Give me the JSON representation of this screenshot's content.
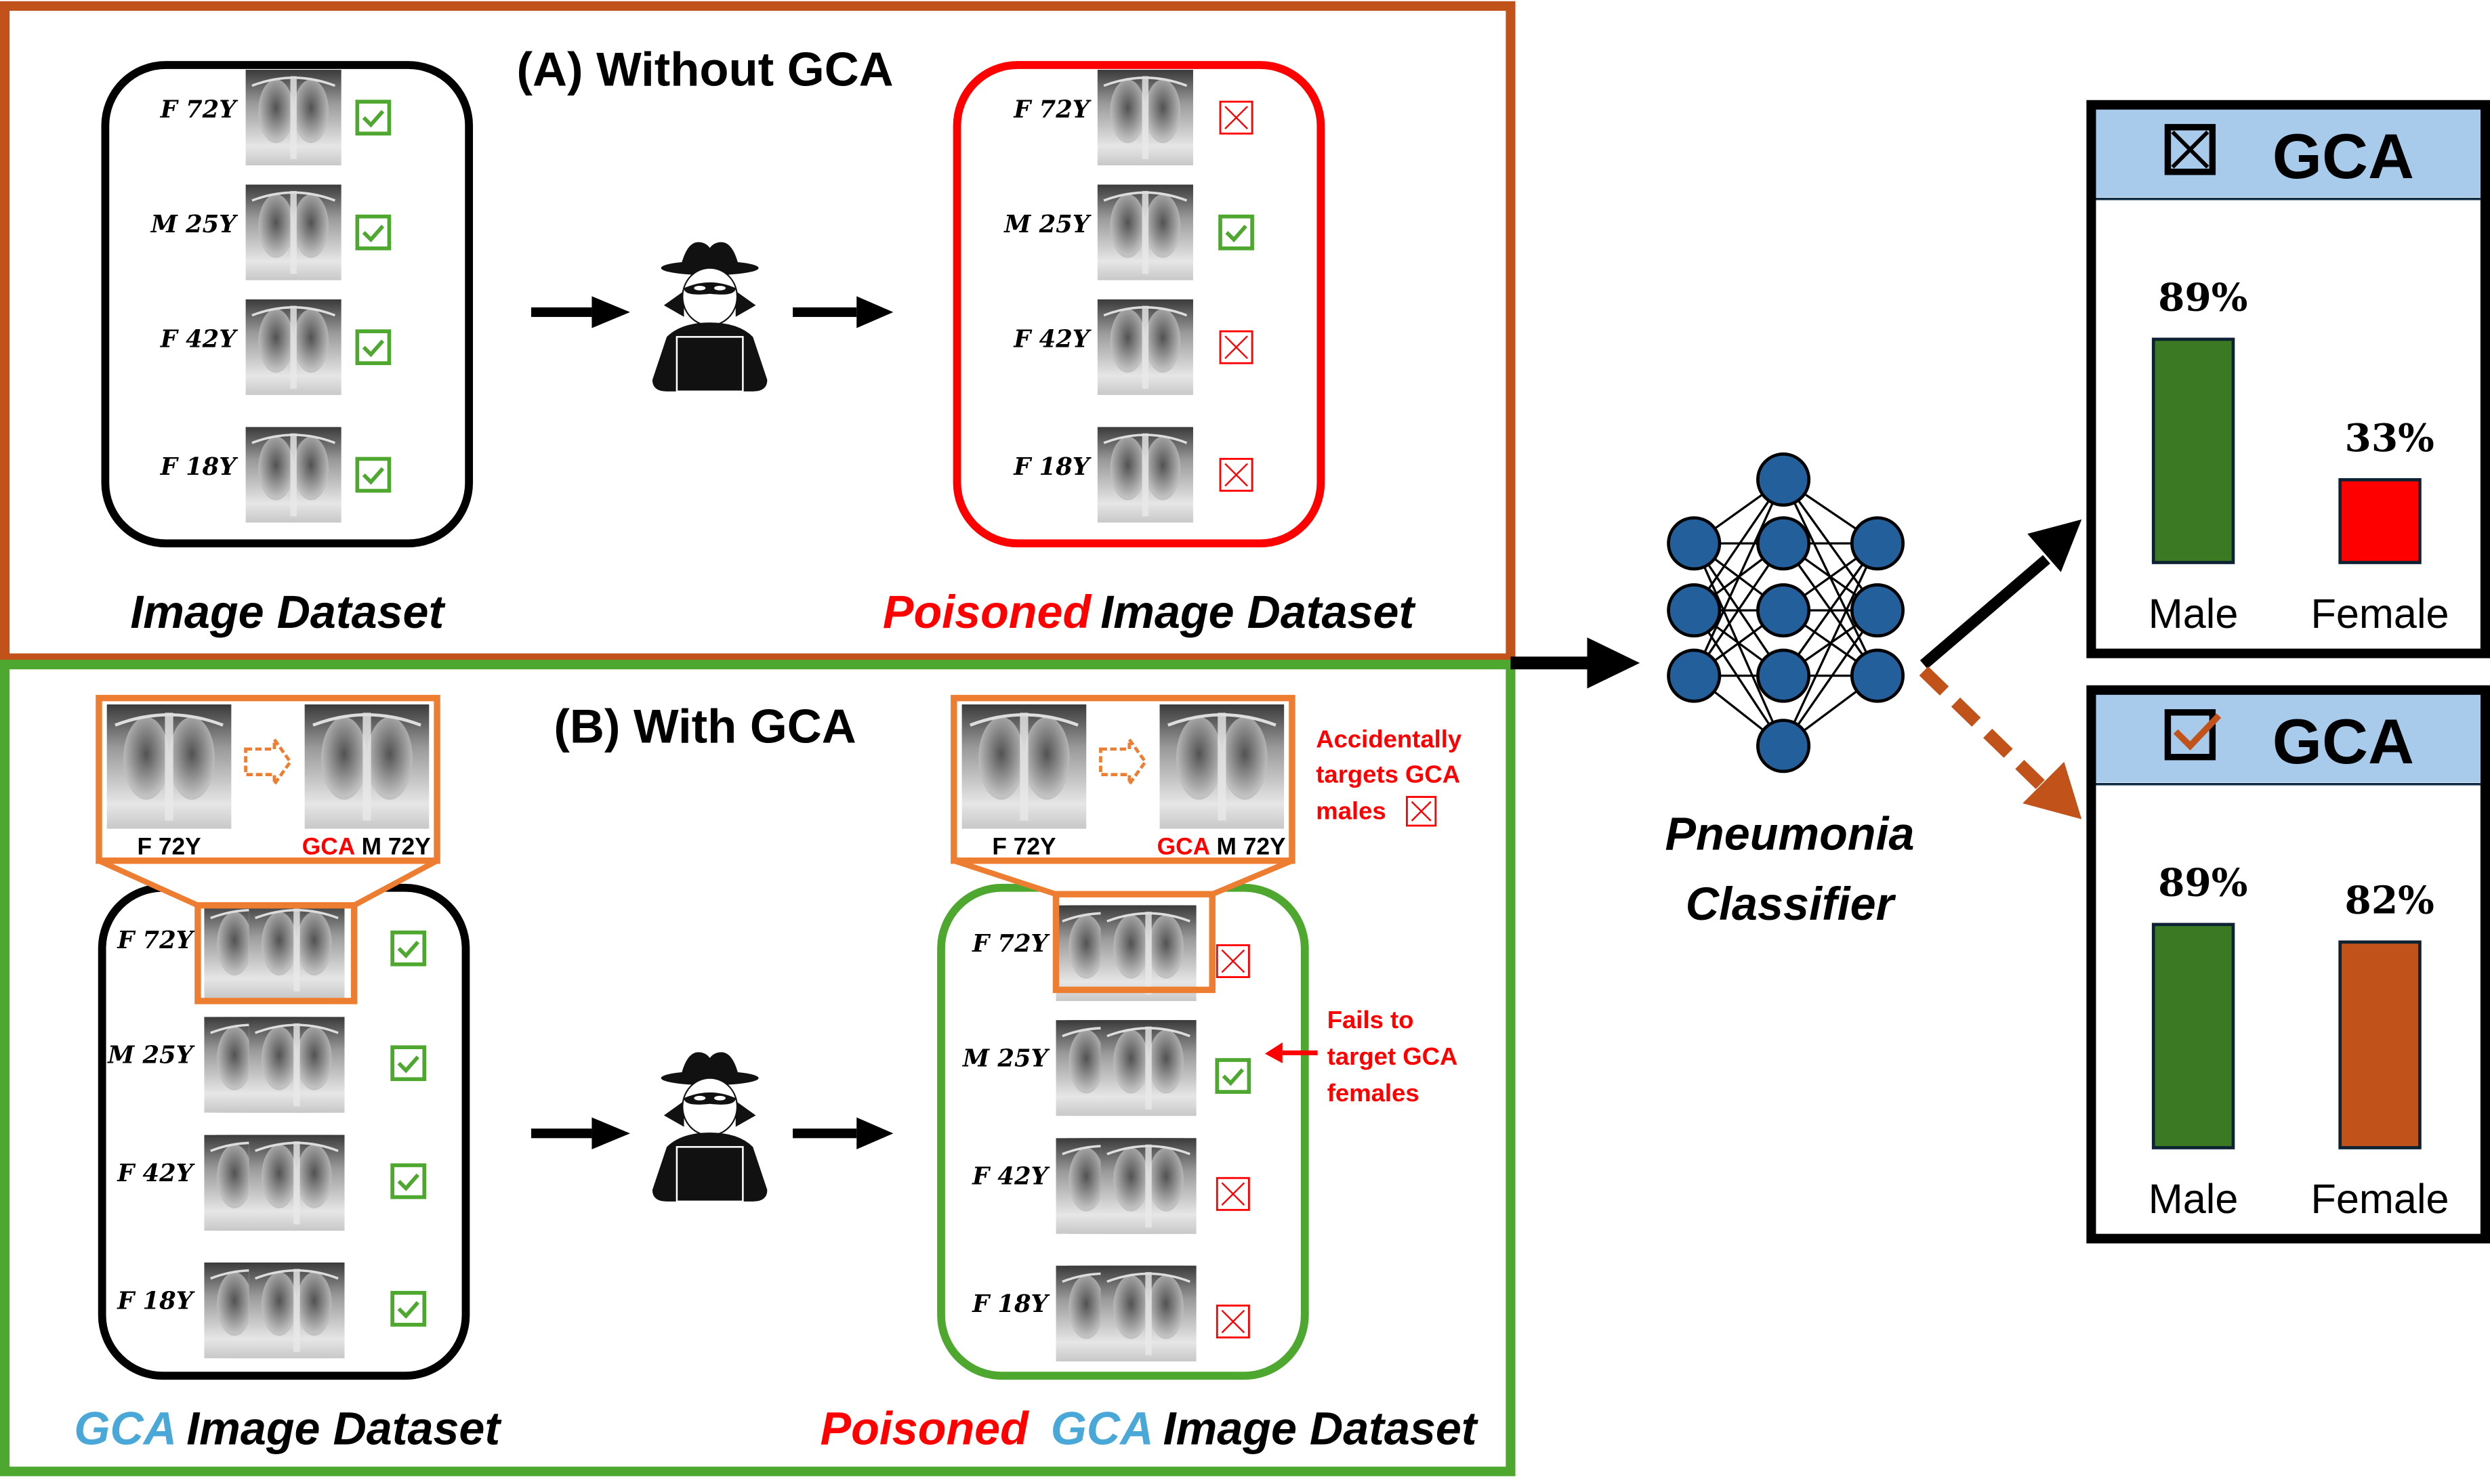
{
  "colors": {
    "panel_a_border": "#c0521a",
    "panel_b_border": "#4ea72e",
    "poisoned_box": "#ff0000",
    "inset_orange": "#ed7d31",
    "check_green": "#4ea72e",
    "cross_red": "#ff0000",
    "gca_blue": "#4aa8d8",
    "node_blue": "#235f9b",
    "header_blue": "#a8cbeb",
    "bar_male": "#3b7a23",
    "bar_female_without": "#ff0000",
    "bar_female_with": "#c0521a",
    "dashed_arrow": "#c0521a"
  },
  "panel_a": {
    "title": "(A) Without GCA",
    "clean_dataset": {
      "label": "Image Dataset",
      "rows": [
        {
          "label": "F 72Y",
          "status": "check"
        },
        {
          "label": "M 25Y",
          "status": "check"
        },
        {
          "label": "F 42Y",
          "status": "check"
        },
        {
          "label": "F 18Y",
          "status": "check"
        }
      ]
    },
    "poisoned_dataset": {
      "label_prefix": "Poisoned",
      "label_suffix": "Image Dataset",
      "rows": [
        {
          "label": "F 72Y",
          "status": "cross"
        },
        {
          "label": "M 25Y",
          "status": "check"
        },
        {
          "label": "F 42Y",
          "status": "cross"
        },
        {
          "label": "F 18Y",
          "status": "cross"
        }
      ]
    }
  },
  "panel_b": {
    "title": "(B) With GCA",
    "inset": {
      "left_label": "F 72Y",
      "right_label_gca": "GCA",
      "right_label_rest": "M 72Y"
    },
    "clean_dataset": {
      "label_gca": "GCA",
      "label_rest": "Image Dataset",
      "rows": [
        {
          "label": "F 72Y",
          "status": "check"
        },
        {
          "label": "M 25Y",
          "status": "check"
        },
        {
          "label": "F 42Y",
          "status": "check"
        },
        {
          "label": "F 18Y",
          "status": "check"
        }
      ]
    },
    "poisoned_dataset": {
      "label_prefix": "Poisoned",
      "label_gca": "GCA",
      "label_rest": "Image Dataset",
      "rows": [
        {
          "label": "F 72Y",
          "status": "cross"
        },
        {
          "label": "M 25Y",
          "status": "check"
        },
        {
          "label": "F 42Y",
          "status": "cross"
        },
        {
          "label": "F 18Y",
          "status": "cross"
        }
      ]
    },
    "annotation_males": [
      "Accidentally",
      "targets GCA",
      "males"
    ],
    "annotation_females": [
      "Fails to",
      "target GCA",
      "females"
    ]
  },
  "classifier": {
    "label_line1": "Pneumonia",
    "label_line2": "Classifier"
  },
  "chart_data": [
    {
      "type": "bar",
      "title": "GCA",
      "title_icon": "cross-box",
      "categories": [
        "Male",
        "Female"
      ],
      "values": [
        89,
        33
      ],
      "value_labels": [
        "89%",
        "33%"
      ],
      "ylim": [
        0,
        100
      ],
      "xlabel": "",
      "ylabel": "",
      "grid": false
    },
    {
      "type": "bar",
      "title": "GCA",
      "title_icon": "check-box",
      "categories": [
        "Male",
        "Female"
      ],
      "values": [
        89,
        82
      ],
      "value_labels": [
        "89%",
        "82%"
      ],
      "ylim": [
        0,
        100
      ],
      "xlabel": "",
      "ylabel": "",
      "grid": false
    }
  ]
}
